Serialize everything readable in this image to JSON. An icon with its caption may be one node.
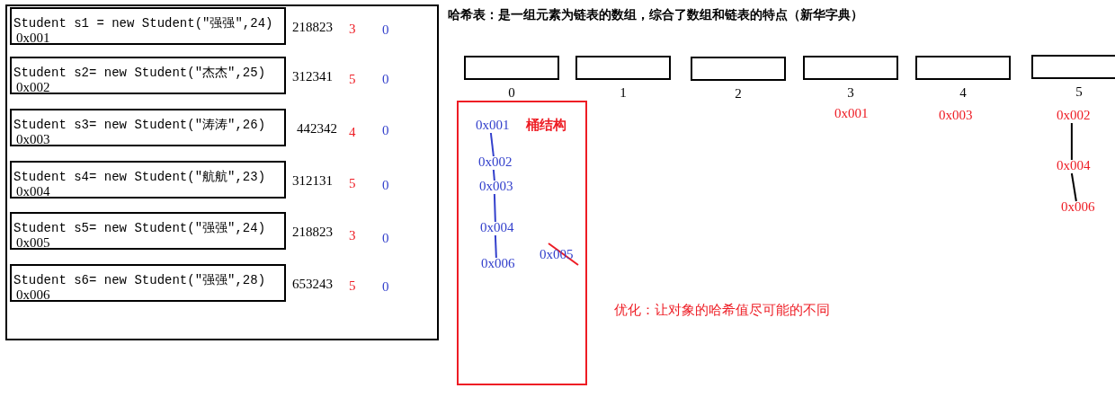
{
  "diagram": {
    "title": "哈希表：是一组元素为链表的数组，综合了数组和链表的特点（新华字典）",
    "nodes": [
      {
        "text": [],
        "shape": "box"
      },
      {
        "text": [
          "Student s1 = new Student(\"强强\",24)",
          "0x001"
        ],
        "in": 0,
        "beside": [
          "218823",
          "3",
          "0"
        ]
      },
      {
        "text": [
          "Student s2= new Student(\"杰杰\",25)",
          "0x002"
        ],
        "in": 0,
        "beside": [
          "312341",
          "5",
          "0"
        ]
      },
      {
        "text": [
          "Student s3= new Student(\"涛涛\",26)",
          "0x003"
        ],
        "in": 0,
        "beside": [
          "442342",
          "4",
          "0"
        ]
      },
      {
        "text": [
          "Student s4= new Student(\"航航\",23)",
          "0x004"
        ],
        "in": 0,
        "beside": [
          "312131",
          "5",
          "0"
        ]
      },
      {
        "text": [
          "Student s5= new Student(\"强强\",24)",
          "0x005"
        ],
        "in": 0,
        "beside": [
          "218823",
          "3",
          "0"
        ]
      },
      {
        "text": [
          "Student s6= new Student(\"强强\",28)",
          "0x006"
        ],
        "in": 0,
        "beside": [
          "653243",
          "5",
          "0"
        ]
      },
      {
        "text": [],
        "shape": "box",
        "beside": [
          "0"
        ]
      },
      {
        "text": [],
        "shape": "box",
        "beside": [
          "1"
        ]
      },
      {
        "text": [],
        "shape": "box",
        "beside": [
          "2"
        ]
      },
      {
        "text": [],
        "shape": "box",
        "beside": [
          "3"
        ]
      },
      {
        "text": [],
        "shape": "box",
        "beside": [
          "4"
        ]
      },
      {
        "text": [],
        "shape": "box",
        "beside": [
          "5"
        ]
      },
      {
        "text": [
          "桶结构"
        ]
      },
      {
        "text": [
          "0x001"
        ],
        "in": 13
      },
      {
        "text": [
          "0x002"
        ],
        "in": 13
      },
      {
        "text": [
          "0x003"
        ],
        "in": 13
      },
      {
        "text": [
          "0x004"
        ],
        "in": 13
      },
      {
        "text": [
          "0x006"
        ],
        "in": 13
      },
      {
        "text": [
          "0x002"
        ]
      },
      {
        "text": [
          "0x004"
        ]
      },
      {
        "text": [
          "0x006"
        ]
      }
    ],
    "edges": [
      {
        "from": 14,
        "to": 15,
        "arrow": "none"
      },
      {
        "from": 15,
        "to": 16,
        "arrow": "none"
      },
      {
        "from": 16,
        "to": 17,
        "arrow": "none"
      },
      {
        "from": 17,
        "to": 18,
        "arrow": "none"
      },
      {
        "from": 19,
        "to": 20,
        "arrow": "none",
        "color": "#000000"
      },
      {
        "from": 20,
        "to": 21,
        "arrow": "none",
        "color": "#000000"
      }
    ],
    "labels": [
      "0x001",
      "0x003",
      "0x005",
      "优化：让对象的哈希值尽可能的不同"
    ]
  }
}
